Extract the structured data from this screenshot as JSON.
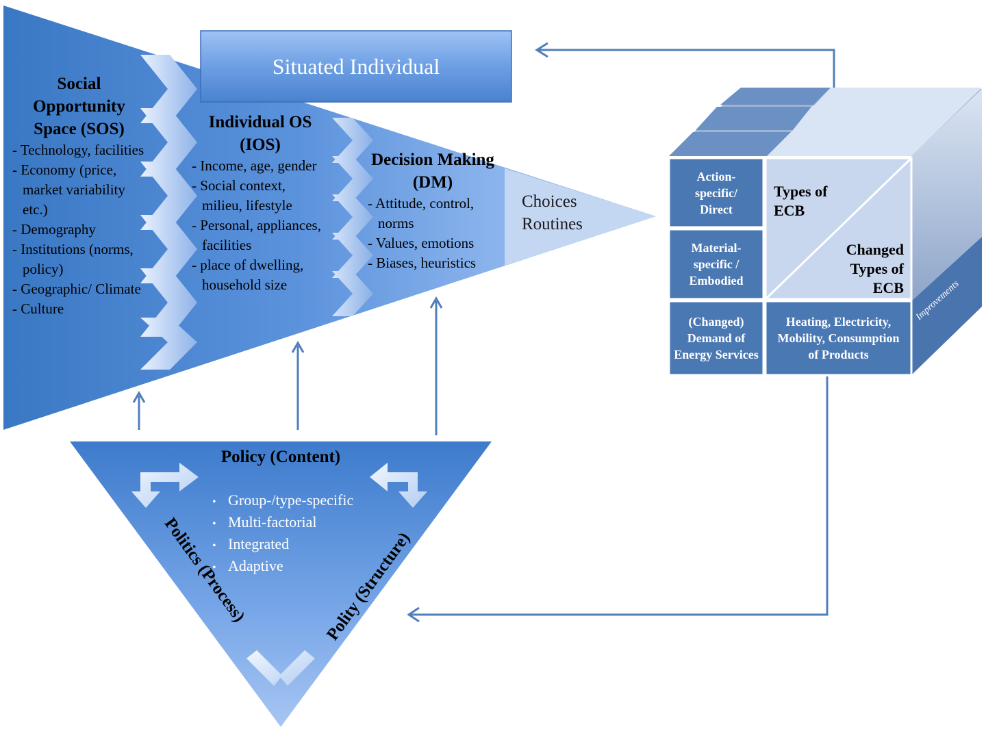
{
  "title": "Situated Individual",
  "sos": {
    "heading": "Social Opportunity Space (SOS)",
    "items": [
      "Technology, facilities",
      "Economy (price, market variability etc.)",
      "Demography",
      "Institutions (norms, policy)",
      "Geographic/ Climate",
      "Culture"
    ]
  },
  "ios": {
    "heading": "Individual OS (IOS)",
    "items": [
      "Income, age, gender",
      "Social context, milieu, lifestyle",
      "Personal, appliances, facilities",
      "place of dwelling, household size"
    ]
  },
  "dm": {
    "heading": "Decision Making (DM)",
    "items": [
      "Attitude, control, norms",
      "Values, emotions",
      "Biases, heuristics"
    ]
  },
  "outcome": {
    "line1": "Choices",
    "line2": "Routines"
  },
  "cube": {
    "action": "Action-specific/ Direct",
    "material": "Material-specific / Embodied",
    "demand": "(Changed) Demand of Energy Services",
    "services": "Heating, Electricity, Mobility, Consumption of Products",
    "types": "Types of ECB",
    "changed": "Changed Types of ECB",
    "improvements": "Improvements"
  },
  "policy": {
    "title": "Policy (Content)",
    "items": [
      "Group-/type-specific",
      "Multi-factorial",
      "Integrated",
      "Adaptive"
    ],
    "politics": "Politics (Process)",
    "polity": "Polity (Structure)"
  },
  "colors": {
    "dark_blue": "#3a78c4",
    "mid_blue": "#6a9fe0",
    "light_blue": "#c3d6f2",
    "arrow_blue": "#4f7fba",
    "cube_dark": "#4a78b3",
    "cube_side": "#9fb3d3"
  }
}
